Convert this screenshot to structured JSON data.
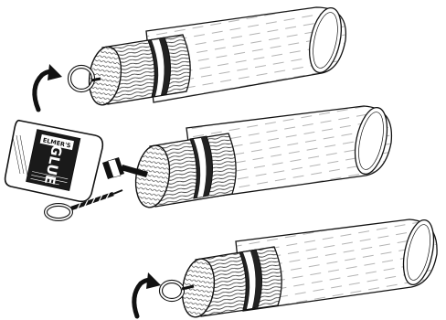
{
  "glue_bottle": {
    "label": "GLUE",
    "brand": "ELMER'S"
  },
  "illustration": {
    "steps": [
      {
        "id": "step-1",
        "desc_icon": "rotate-arrow-icon"
      },
      {
        "id": "step-2",
        "desc_icon": "glue-bottle-icon"
      },
      {
        "id": "step-3",
        "desc_icon": "rotate-arrow-icon"
      }
    ],
    "colors": {
      "ink": "#111111",
      "paper": "#ffffff"
    }
  }
}
